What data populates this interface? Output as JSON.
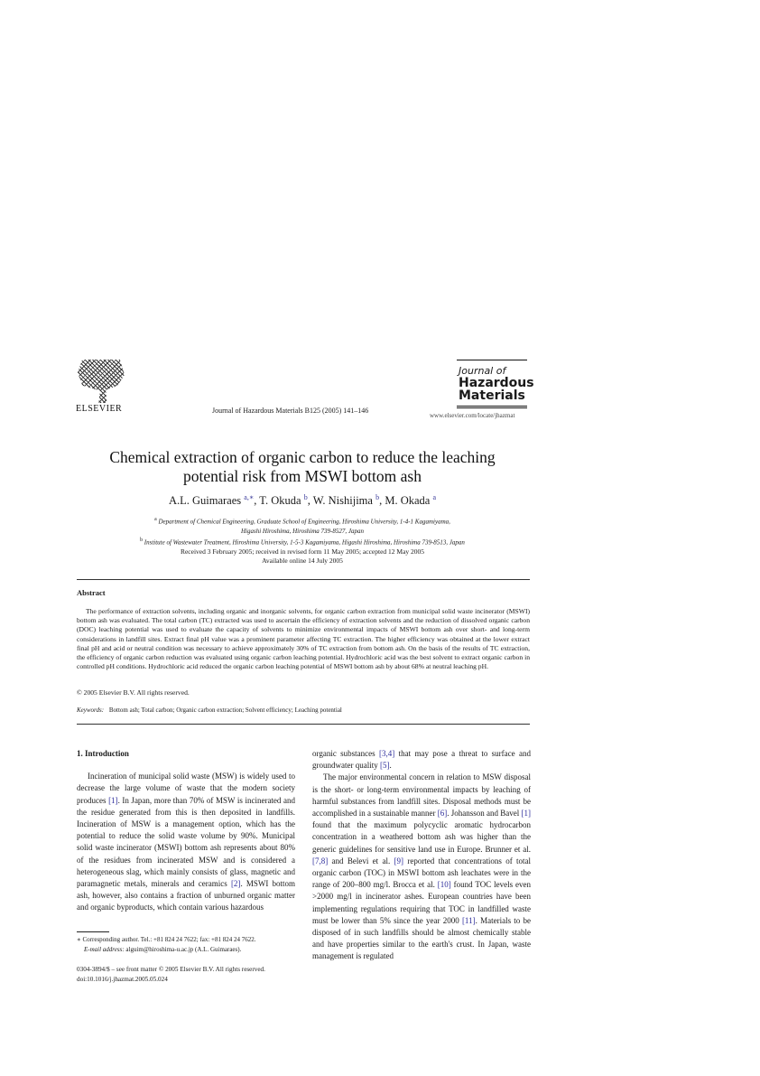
{
  "header": {
    "publisher_logo_text": "ELSEVIER",
    "journal_reference": "Journal of Hazardous Materials B125 (2005) 141–146",
    "masthead": {
      "line1": "Journal of",
      "line2": "Hazardous",
      "line3": "Materials",
      "url": "www.elsevier.com/locate/jhazmat"
    }
  },
  "article": {
    "title_line1": "Chemical extraction of organic carbon to reduce the leaching",
    "title_line2": "potential risk from MSWI bottom ash",
    "authors": [
      {
        "name": "A.L. Guimaraes",
        "sup": "a,∗"
      },
      {
        "name": "T. Okuda",
        "sup": "b"
      },
      {
        "name": "W. Nishijima",
        "sup": "b"
      },
      {
        "name": "M. Okada",
        "sup": "a"
      }
    ],
    "affiliations": [
      {
        "mark": "a",
        "line1": "Department of Chemical Engineering, Graduate School of Engineering, Hiroshima University, 1-4-1 Kagamiyama,",
        "line2": "Higashi Hiroshima, Hiroshima 739-8527, Japan"
      },
      {
        "mark": "b",
        "line1": "Institute of Wastewater Treatment, Hiroshima University, 1-5-3 Kagamiyama, Higashi Hiroshima, Hiroshima 739-8513, Japan"
      }
    ],
    "received": "Received 3 February 2005; received in revised form 11 May 2005; accepted 12 May 2005",
    "available": "Available online 14 July 2005"
  },
  "abstract": {
    "heading": "Abstract",
    "text": "The performance of extraction solvents, including organic and inorganic solvents, for organic carbon extraction from municipal solid waste incinerator (MSWI) bottom ash was evaluated. The total carbon (TC) extracted was used to ascertain the efficiency of extraction solvents and the reduction of dissolved organic carbon (DOC) leaching potential was used to evaluate the capacity of solvents to minimize environmental impacts of MSWI bottom ash over short- and long-term considerations in landfill sites. Extract final pH value was a prominent parameter affecting TC extraction. The higher efficiency was obtained at the lower extract final pH and acid or neutral condition was necessary to achieve approximately 30% of TC extraction from bottom ash. On the basis of the results of TC extraction, the efficiency of organic carbon reduction was evaluated using organic carbon leaching potential. Hydrochloric acid was the best solvent to extract organic carbon in controlled pH conditions. Hydrochloric acid reduced the organic carbon leaching potential of MSWI bottom ash by about 68% at neutral leaching pH.",
    "copyright": "© 2005 Elsevier B.V. All rights reserved.",
    "keywords_label": "Keywords:",
    "keywords": "Bottom ash; Total carbon; Organic carbon extraction; Solvent efficiency; Leaching potential"
  },
  "body": {
    "section_heading": "1. Introduction",
    "left_p1_a": "Incineration of municipal solid waste (MSW) is widely used to decrease the large volume of waste that the modern society produces ",
    "left_p1_c1": "[1]",
    "left_p1_b": ". In Japan, more than 70% of MSW is incinerated and the residue generated from this is then deposited in landfills. Incineration of MSW is a management option, which has the potential to reduce the solid waste volume by 90%. Municipal solid waste incinerator (MSWI) bottom ash represents about 80% of the residues from incinerated MSW and is considered a heterogeneous slag, which mainly consists of glass, magnetic and paramagnetic metals, minerals and ceramics ",
    "left_p1_c2": "[2]",
    "left_p1_c": ". MSWI bottom ash, however, also contains a fraction of unburned organic matter and organic byproducts, which contain various hazardous",
    "right_p1_a": "organic substances ",
    "right_p1_c1": "[3,4]",
    "right_p1_b": " that may pose a threat to surface and groundwater quality ",
    "right_p1_c2": "[5]",
    "right_p1_end": ".",
    "right_p2_a": "The major environmental concern in relation to MSW disposal is the short- or long-term environmental impacts by leaching of harmful substances from landfill sites. Disposal methods must be accomplished in a sustainable manner ",
    "right_p2_c1": "[6]",
    "right_p2_b": ". Johansson and Bavel ",
    "right_p2_c2": "[1]",
    "right_p2_c": " found that the maximum polycyclic aromatic hydrocarbon concentration in a weathered bottom ash was higher than the generic guidelines for sensitive land use in Europe. Brunner et al. ",
    "right_p2_c3": "[7,8]",
    "right_p2_d": " and Belevi et al. ",
    "right_p2_c4": "[9]",
    "right_p2_e": " reported that concentrations of total organic carbon (TOC) in MSWI bottom ash leachates were in the range of 200–800 mg/l. Brocca et al. ",
    "right_p2_c5": "[10]",
    "right_p2_f": " found TOC levels even >2000 mg/l in incinerator ashes. European countries have been implementing regulations requiring that TOC in landfilled waste must be lower than 5% since the year 2000 ",
    "right_p2_c6": "[11]",
    "right_p2_g": ". Materials to be disposed of in such landfills should be almost chemically stable and have properties similar to the earth's crust. In Japan, waste management is regulated"
  },
  "footnote": {
    "marker": "∗",
    "corresponding": "Corresponding author. Tel.: +81 824 24 7622; fax: +81 824 24 7622.",
    "email_label": "E-mail address:",
    "email": "alguim@hiroshima-u.ac.jp (A.L. Guimaraes)."
  },
  "issn": {
    "line1": "0304-3894/$ – see front matter © 2005 Elsevier B.V. All rights reserved.",
    "line2": "doi:10.1016/j.jhazmat.2005.05.024"
  }
}
